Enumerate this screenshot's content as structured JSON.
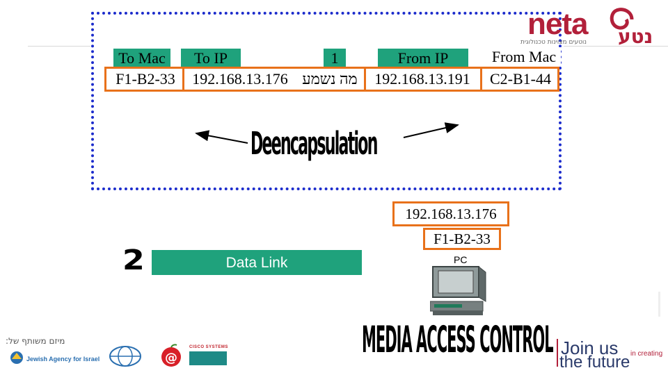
{
  "frame": {
    "headers": {
      "to_mac": "To Mac",
      "to_ip": "To IP",
      "number": "1",
      "from_ip": "From IP",
      "from_mac": "From Mac"
    },
    "values": {
      "to_mac": "F1-B2-33",
      "to_ip": "192.168.13.176",
      "payload": "מה נשמע",
      "from_ip": "192.168.13.191",
      "from_mac": "C2-B1-44"
    }
  },
  "process_label": "Deencapsulation",
  "destination": {
    "ip": "192.168.13.176",
    "mac": "F1-B2-33"
  },
  "layer": {
    "number": "2",
    "name": "Data Link"
  },
  "pc": {
    "label": "PC"
  },
  "mac_label": "MEDIA ACCESS CONTROL",
  "logos": {
    "neta_latin": "neta",
    "neta_hebrew": "נטע",
    "neta_tagline": "נוטעים מצוינות טכנולוגית",
    "sponsored_by": "מיזם משותף של:",
    "jewish_agency": "Jewish Agency for Israel",
    "cisco": "CISCO SYSTEMS",
    "join_us": "Join us",
    "in_creating": "in creating",
    "the_future": "the future"
  },
  "colors": {
    "header_green": "#1fa27c",
    "frame_blue": "#1c2ccc",
    "box_orange": "#e8711a",
    "neta_red": "#b2203a"
  }
}
